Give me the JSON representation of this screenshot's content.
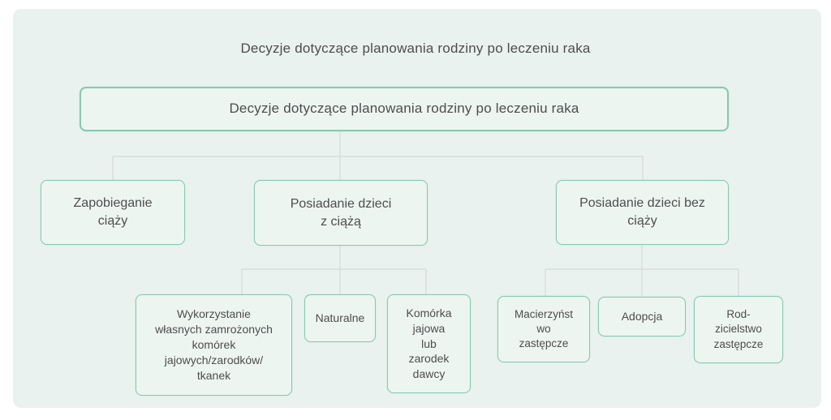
{
  "diagram": {
    "title": "Decyzje dotyczące planowania rodziny po leczeniu raka",
    "type": "flowchart",
    "nodes": {
      "root": {
        "label": "Decyzje dotyczące planowania rodziny po leczeniu raka"
      },
      "prevent_pregnancy": {
        "label": "Zapobieganie\nciąży"
      },
      "children_with_pregnancy": {
        "label": "Posiadanie dzieci\nz ciążą"
      },
      "children_without_pregnancy": {
        "label": "Posiadanie dzieci bez\nciąży"
      },
      "own_frozen_cells": {
        "label": "Wykorzystanie\nwłasnych zamrożonych\nkomórek\njajowych/zarodków/\ntkanek"
      },
      "natural": {
        "label": "Naturalne"
      },
      "donor_egg_embryo": {
        "label": "Komórka\njajowa\nlub\nzarodek\ndawcy"
      },
      "surrogacy": {
        "label": "Macierzyńst\nwo\nzastępcze"
      },
      "adoption": {
        "label": "Adopcja"
      },
      "foster_parenting": {
        "label": "Rod-\nzicielstwo\nzastępcze"
      }
    },
    "hierarchy": {
      "root": [
        "prevent_pregnancy",
        "children_with_pregnancy",
        "children_without_pregnancy"
      ],
      "children_with_pregnancy": [
        "own_frozen_cells",
        "natural",
        "donor_egg_embryo"
      ],
      "children_without_pregnancy": [
        "surrogacy",
        "adoption",
        "foster_parenting"
      ]
    },
    "colors": {
      "panel_bg": "#e9f2ee",
      "node_fill": "#edf5f1",
      "node_border": "#87c9b3",
      "connector": "#d6d9d8",
      "text": "#4d4d4d",
      "page_bg": "#ffffff"
    }
  }
}
